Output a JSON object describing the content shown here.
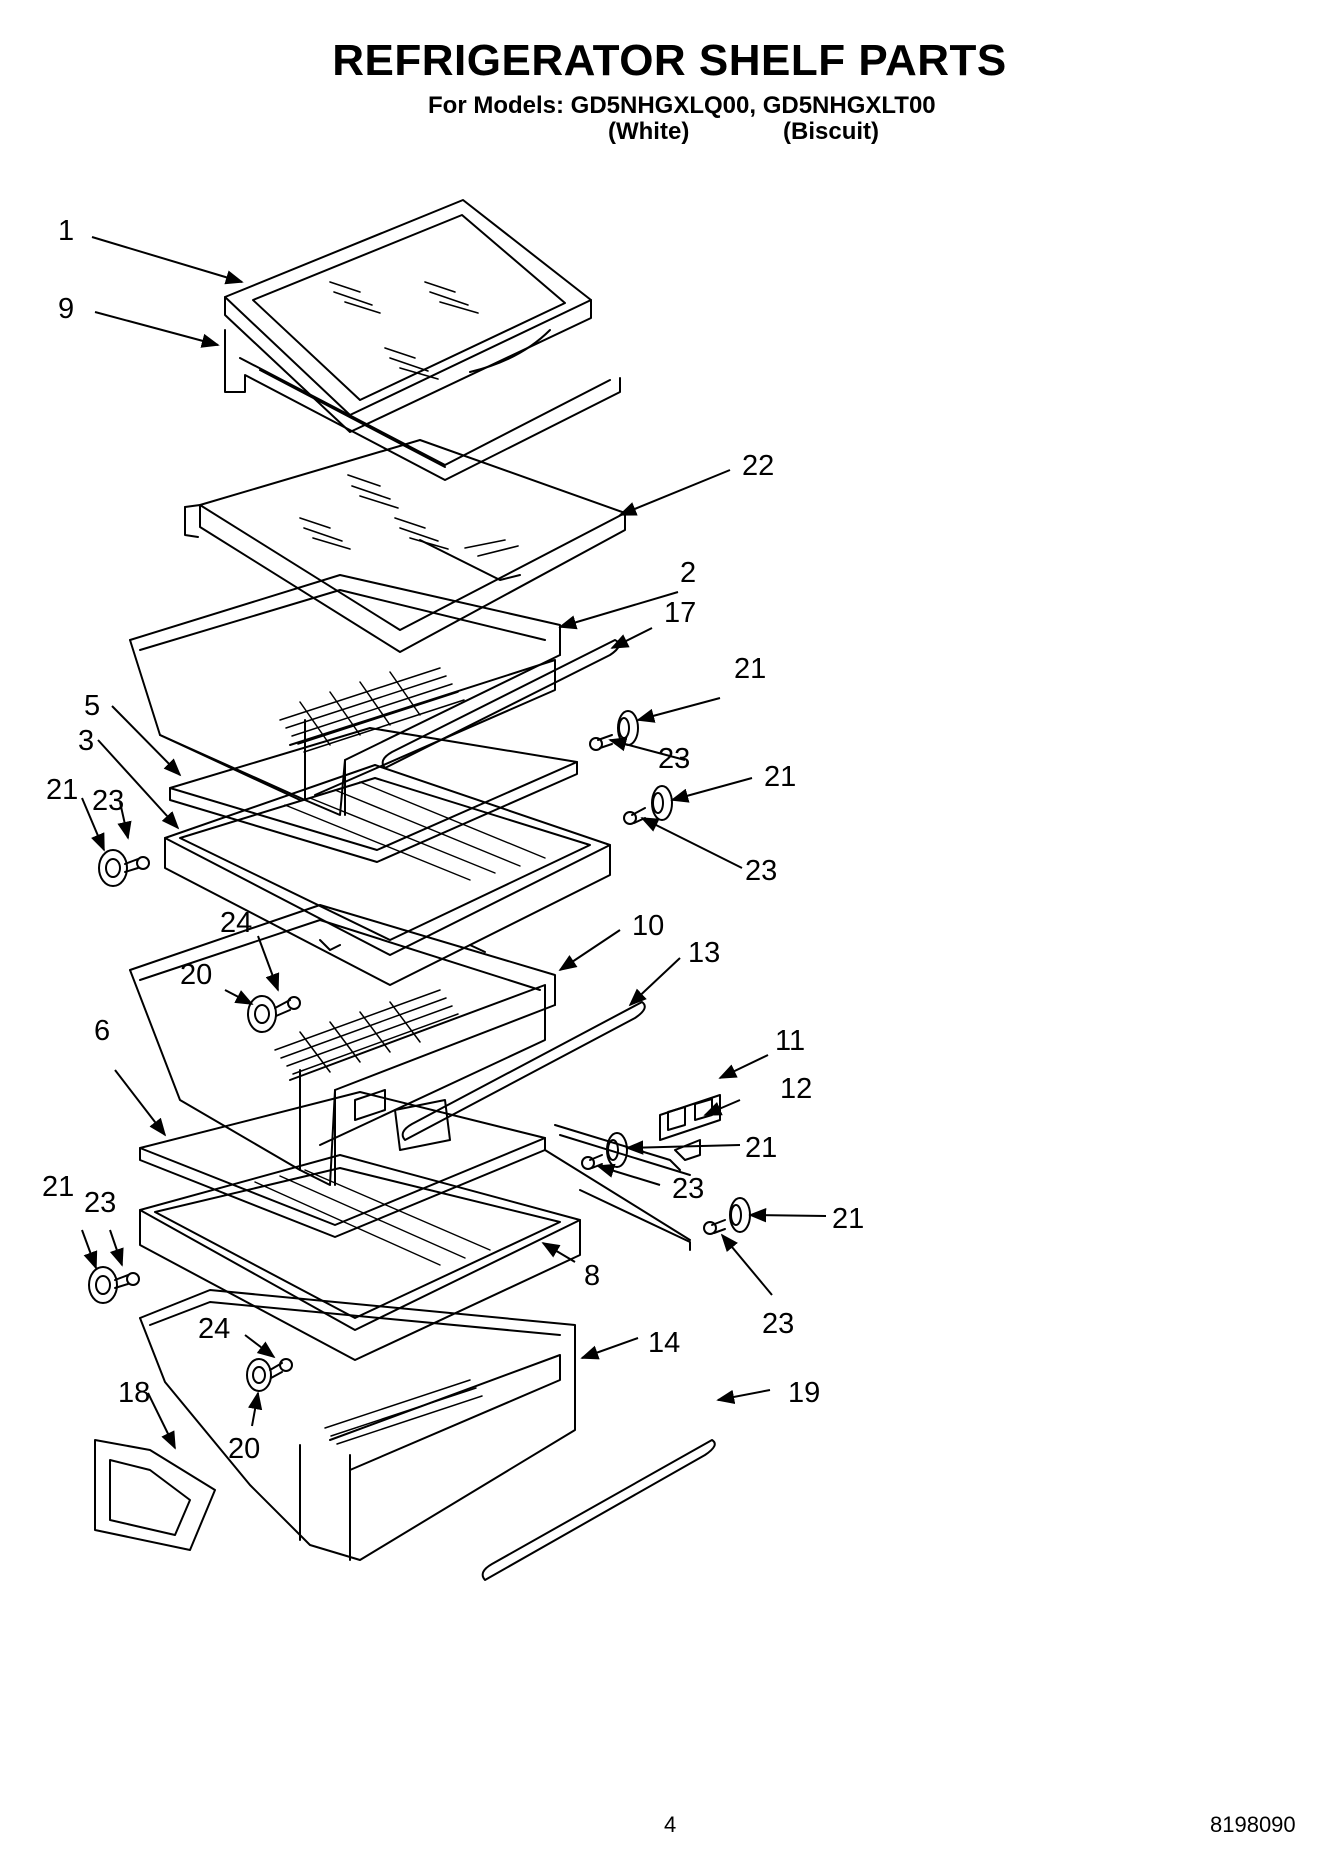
{
  "header": {
    "title": "REFRIGERATOR SHELF PARTS",
    "models_line": "For Models: GD5NHGXLQ00, GD5NHGXLT00",
    "variant_1": "(White)",
    "variant_2": "(Biscuit)"
  },
  "callouts": [
    "1",
    "9",
    "22",
    "2",
    "17",
    "21",
    "5",
    "3",
    "23",
    "21",
    "23",
    "21",
    "23",
    "24",
    "10",
    "13",
    "20",
    "6",
    "11",
    "12",
    "21",
    "21",
    "23",
    "23",
    "21",
    "8",
    "23",
    "24",
    "14",
    "18",
    "19",
    "20"
  ],
  "footer": {
    "page_number": "4",
    "doc_number": "8198090"
  }
}
